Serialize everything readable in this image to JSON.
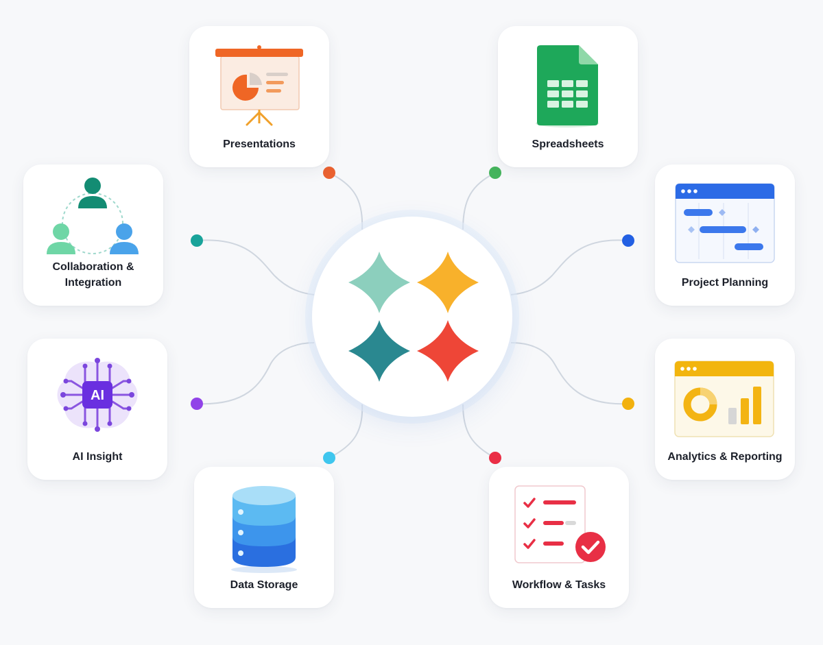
{
  "hub": {
    "logo": "four-color-star-logo"
  },
  "colors": {
    "logo_mint": "#8ccfbd",
    "logo_amber": "#f8b12b",
    "logo_teal": "#2a8890",
    "logo_red": "#ee4637",
    "connector_line": "#cfd6df"
  },
  "features": [
    {
      "id": "presentations",
      "label": "Presentations",
      "icon": "presentation-board-icon",
      "dot_color": "#ea6231"
    },
    {
      "id": "spreadsheets",
      "label": "Spreadsheets",
      "icon": "spreadsheet-icon",
      "dot_color": "#45b45d"
    },
    {
      "id": "collaboration",
      "label": "Collaboration & Integration",
      "label_line1": "Collaboration &",
      "label_line2": "Integration",
      "icon": "team-collaboration-icon",
      "dot_color": "#19a39a"
    },
    {
      "id": "project-planning",
      "label": "Project Planning",
      "icon": "gantt-chart-icon",
      "dot_color": "#2360e3"
    },
    {
      "id": "ai-insight",
      "label": "AI Insight",
      "icon": "ai-brain-icon",
      "icon_text": "AI",
      "dot_color": "#9143e8"
    },
    {
      "id": "analytics",
      "label": "Analytics & Reporting",
      "icon": "analytics-dashboard-icon",
      "dot_color": "#f2b10f"
    },
    {
      "id": "data-storage",
      "label": "Data Storage",
      "icon": "database-icon",
      "dot_color": "#3fc6ee"
    },
    {
      "id": "workflow",
      "label": "Workflow & Tasks",
      "icon": "task-checklist-icon",
      "dot_color": "#ea2e45"
    }
  ]
}
